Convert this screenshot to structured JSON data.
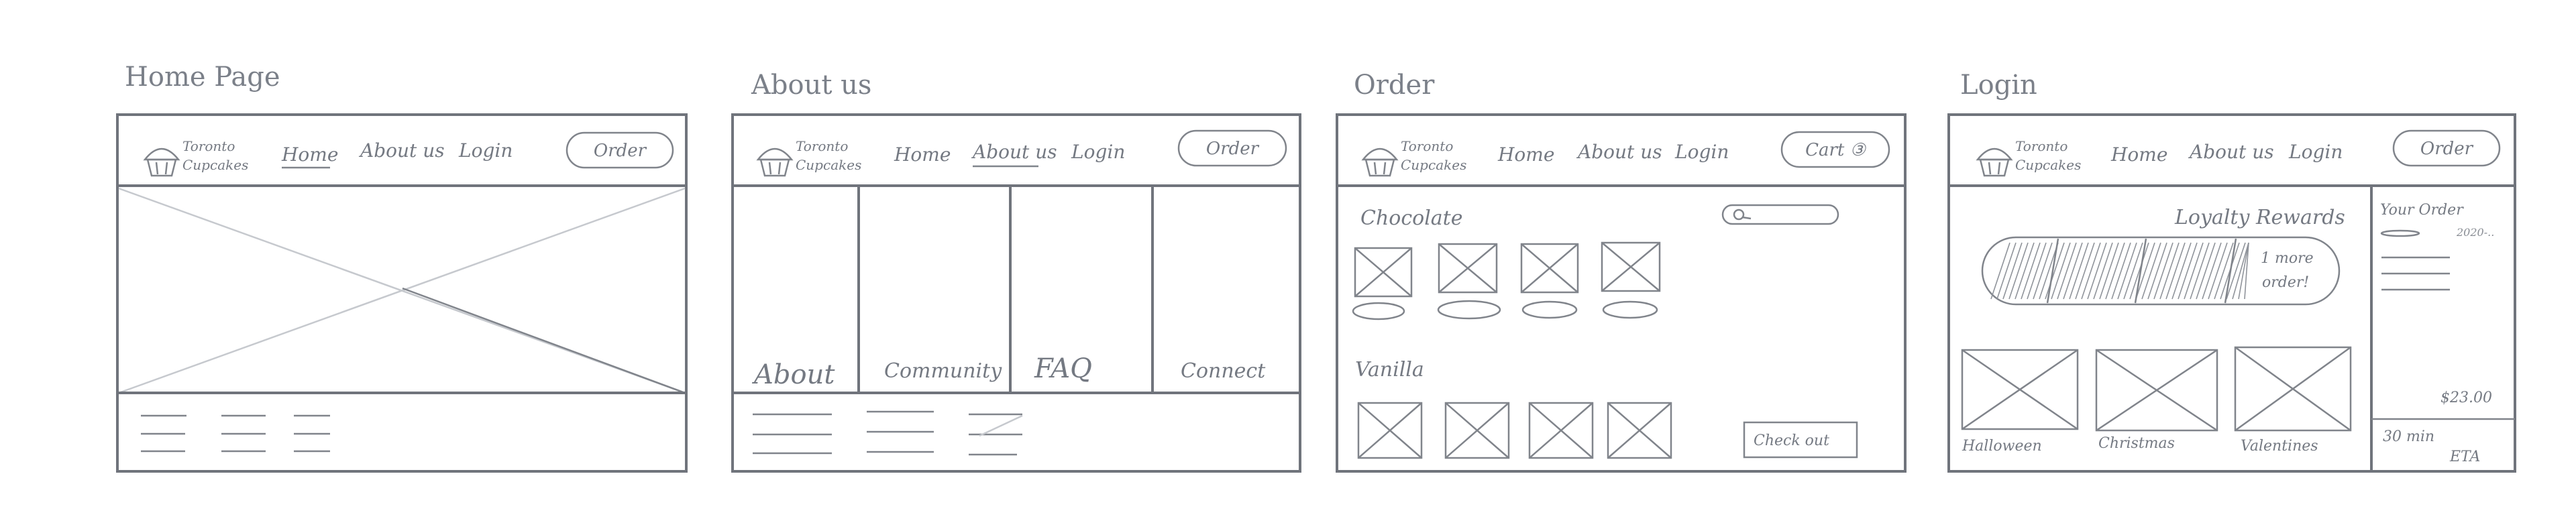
{
  "panels": {
    "home": {
      "title": "Home Page",
      "logo_line1": "Toronto",
      "logo_line2": "Cupcakes",
      "nav": [
        "Home",
        "About us",
        "Login"
      ],
      "button": "Order"
    },
    "about": {
      "title": "About us",
      "logo_line1": "Toronto",
      "logo_line2": "Cupcakes",
      "nav": [
        "Home",
        "About us",
        "Login"
      ],
      "button": "Order",
      "columns": [
        "About",
        "Community",
        "FAQ",
        "Connect"
      ]
    },
    "order": {
      "title": "Order",
      "logo_line1": "Toronto",
      "logo_line2": "Cupcakes",
      "nav": [
        "Home",
        "About us",
        "Login"
      ],
      "button": "Cart ③",
      "section1": "Chocolate",
      "section2": "Vanilla",
      "checkout": "Check out"
    },
    "login": {
      "title": "Login",
      "logo_line1": "Toronto",
      "logo_line2": "Cupcakes",
      "nav": [
        "Home",
        "About us",
        "Login"
      ],
      "button": "Order",
      "loyalty_title": "Loyalty Rewards",
      "loyalty_note_1": "1 more",
      "loyalty_note_2": "order!",
      "loyalty_progress": 0.75,
      "products": [
        "Halloween",
        "Christmas",
        "Valentines"
      ],
      "your_order": "Your Order",
      "order_small": "2020-..",
      "price": "$23.00",
      "eta_1": "30 min",
      "eta_2": "ETA"
    }
  }
}
